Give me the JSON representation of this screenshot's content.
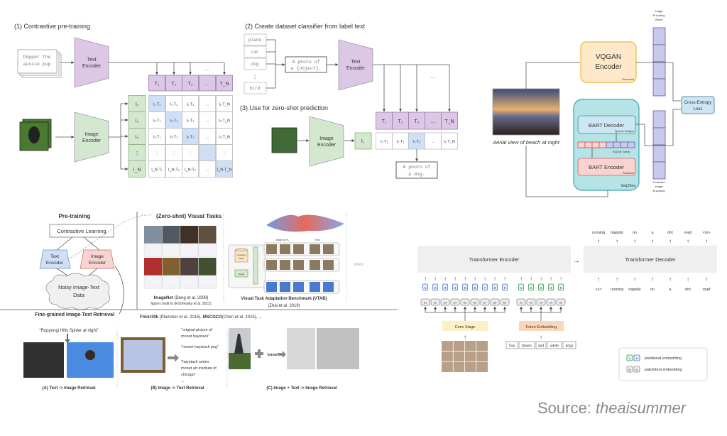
{
  "colors": {
    "text_encoder": "#dcc8e6",
    "image_encoder": "#d4e8cf",
    "highlight": "#cfe0f6",
    "vqgan": "#fde8c8",
    "vqgan_border": "#f0b840",
    "seq2seq": "#b5e3e6",
    "seq2seq_border": "#3aa5ad",
    "bart_decoder": "#cde6f4",
    "bart_encoder": "#f8d3cf",
    "vector": "#c9c9ec",
    "conv_stage": "#fdf0c4",
    "token_embedding": "#fbd6b8",
    "encoder_box": "#efefef"
  },
  "clip": {
    "title1": "(1) Contrastive pre-training",
    "input_text": [
      "Pepper the",
      "aussie pup"
    ],
    "text_encoder": [
      "Text",
      "Encoder"
    ],
    "image_encoder": [
      "Image",
      "Encoder"
    ],
    "t_labels": [
      "T₁",
      "T₂",
      "T₃",
      "…",
      "T_N"
    ],
    "i_labels": [
      "I₁",
      "I₂",
      "I₃",
      "⋮",
      "I_N"
    ],
    "matrix": [
      [
        "I₁·T₁",
        "I₁·T₂",
        "I₁·T₃",
        "…",
        "I₁·T_N"
      ],
      [
        "I₂·T₁",
        "I₂·T₂",
        "I₂·T₃",
        "…",
        "I₂·T_N"
      ],
      [
        "I₃·T₁",
        "I₃·T₂",
        "I₃·T₃",
        "…",
        "I₃·T_N"
      ],
      [
        "⋮",
        "⋮",
        "⋮",
        "⋱",
        "⋮"
      ],
      [
        "I_N·T₁",
        "I_N·T₂",
        "I_N·T₃",
        "…",
        "I_N·T_N"
      ]
    ],
    "title2": "(2) Create dataset classifier from label text",
    "labels": [
      "plane",
      "car",
      "dog",
      "⋮",
      "bird"
    ],
    "template": [
      "A photo of",
      "a {object}."
    ],
    "title3": "(3) Use for zero-shot prediction",
    "i1": "I₁",
    "pred_row": [
      "I₁·T₁",
      "I₁·T₂",
      "I₁·T₃",
      "…",
      "I₁·T_N"
    ],
    "output": [
      "A photo of",
      "a dog."
    ]
  },
  "dalle": {
    "vqgan": [
      "VQGAN",
      "Encoder"
    ],
    "vqgan_note": "Fine-tuned",
    "caption": "Aerial view of beach at night",
    "bart_decoder": "BART Decoder",
    "decoder_note": "Random Weights",
    "tokens_note": "VQGAN Tokens",
    "bart_encoder": "BART Encoder",
    "encoder_note": "Pretrained",
    "seq2seq": "Seq2Seq",
    "vector_top": [
      "Image",
      "Encoding",
      "Vector"
    ],
    "vector_bottom": [
      "Predicted",
      "Image",
      "Encoding"
    ],
    "loss": [
      "Cross-Entropy",
      "Loss"
    ]
  },
  "retrieval": {
    "pretraining": "Pre-training",
    "contrastive": "Contrastive Learning",
    "text_encoder": [
      "Text",
      "Encoder"
    ],
    "image_encoder": [
      "Image",
      "Encoder"
    ],
    "data": [
      "Noisy Image-Text",
      "Data"
    ],
    "fine_grained": "Fine-grained Image-Text Retrieval",
    "visual_tasks": "(Zero-shot) Visual Tasks",
    "imagenet": "ImageNet",
    "imagenet_cite": " (Deng et al. 2009)",
    "imagenet_credit": "figure credit to (Krizhevsky et al. 2012)",
    "vtab": "Visual Task Adaptation Benchmark (VTAB)",
    "vtab_cite": "(Zhai et al. 2019)",
    "vtab_adapt": "Adapt on R₁",
    "vtab_test": "Test",
    "vtab_upstream": [
      "Upstream",
      "Data"
    ],
    "vtab_model": "Model",
    "ellipsis": "○○○",
    "flickr": "Flickr30k",
    "flickr_cite": " (Plummer et al. 2015), ",
    "mscoco": "MSCOCO",
    "mscoco_cite": "(Chen et al. 2015), ...",
    "query_a": "“Roppongi Hills Spider at night”",
    "caption_a": "(A) Text -> Image Retrieval",
    "texts_b": [
      "“original picture of",
      "monet haystack”",
      "“monet haystack png”",
      "“haystack series",
      "monet art institute of",
      "chicago”",
      "..."
    ],
    "caption_b": "(B) Image -> Text Retrieval",
    "snow": "'snow'",
    "caption_c": "(C) Image + Text -> Image Retrieval"
  },
  "transformer": {
    "encoder": "Transformer Encoder",
    "decoder": "Transformer Decoder",
    "outputs": [
      "running",
      "happily",
      "on",
      "a",
      "dirt",
      "road",
      "</s>"
    ],
    "inputs": [
      "<s>",
      "running",
      "happily",
      "on",
      "a",
      "dirt",
      "road"
    ],
    "patch_pos": [
      "1",
      "2",
      "3",
      "4",
      "5",
      "6",
      "7",
      "8",
      "9"
    ],
    "patches": [
      "fp1",
      "fp2",
      "fp3",
      "fp4",
      "fp5",
      "fp6",
      "fp7",
      "fp8",
      "fp9"
    ],
    "text_pos": [
      "1",
      "2",
      "3",
      "4",
      "5"
    ],
    "tokens_emb": [
      "w1",
      "w2",
      "w3",
      "w4",
      "w5"
    ],
    "conv_stage": "Conv Stage",
    "token_embedding": "Token Embedding",
    "words": [
      "Two",
      "brown",
      "and",
      "white",
      "dogs"
    ],
    "legend": [
      {
        "label": "positional embedding",
        "boxes": [
          "#",
          "#"
        ]
      },
      {
        "label": "patch/text embedding",
        "boxes": [
          "fp",
          "w"
        ]
      }
    ]
  },
  "source": {
    "prefix": "Source: ",
    "name": "theaisummer"
  }
}
